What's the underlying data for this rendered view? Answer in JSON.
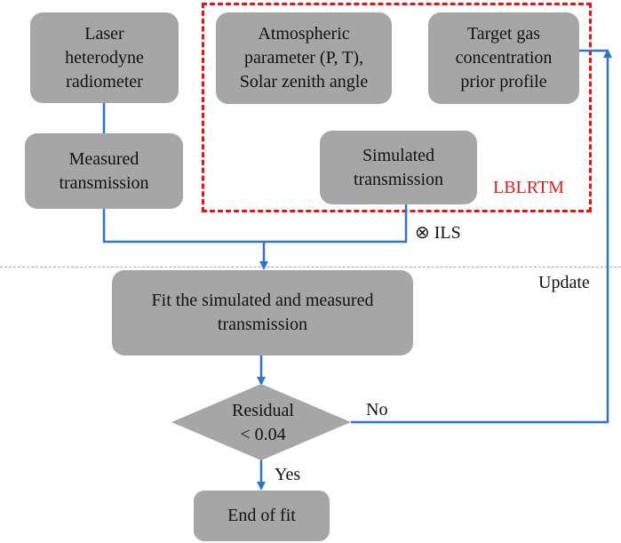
{
  "nodes": {
    "laser": "Laser\nheterodyne\nradiometer",
    "atmos": "Atmospheric\nparameter (P, T),\nSolar zenith angle",
    "target": "Target gas\nconcentration\nprior profile",
    "measured": "Measured\ntransmission",
    "simulated": "Simulated\ntransmission",
    "fit": "Fit the simulated and measured\ntransmission",
    "residual": "Residual\n< 0.04",
    "end": "End of fit"
  },
  "labels": {
    "lblrtm": "LBLRTM",
    "ils": "⊗ ILS",
    "update": "Update",
    "no": "No",
    "yes": "Yes"
  },
  "colors": {
    "box_fill": "#a6a6a6",
    "arrow": "#2e75c8",
    "frame": "#ee1111",
    "frame_label": "#e11d1d"
  }
}
